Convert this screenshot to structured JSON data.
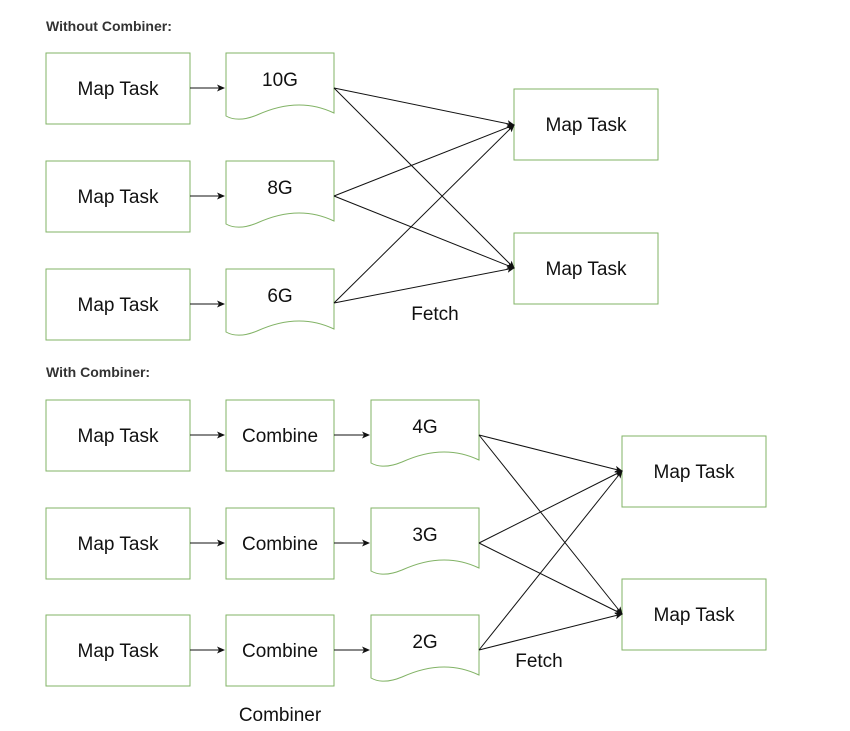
{
  "colors": {
    "node_border": "#82b366",
    "text": "#111111",
    "edge": "#111111"
  },
  "without_combiner": {
    "title": "Without Combiner:",
    "sources": [
      {
        "label": "Map Task",
        "output": "10G"
      },
      {
        "label": "Map Task",
        "output": "8G"
      },
      {
        "label": "Map Task",
        "output": "6G"
      }
    ],
    "targets": [
      {
        "label": "Map Task"
      },
      {
        "label": "Map Task"
      }
    ],
    "fetch_label": "Fetch"
  },
  "with_combiner": {
    "title": "With Combiner:",
    "sources": [
      {
        "label": "Map Task",
        "combine": "Combine",
        "output": "4G"
      },
      {
        "label": "Map Task",
        "combine": "Combine",
        "output": "3G"
      },
      {
        "label": "Map Task",
        "combine": "Combine",
        "output": "2G"
      }
    ],
    "targets": [
      {
        "label": "Map Task"
      },
      {
        "label": "Map Task"
      }
    ],
    "fetch_label": "Fetch",
    "combiner_caption": "Combiner"
  }
}
